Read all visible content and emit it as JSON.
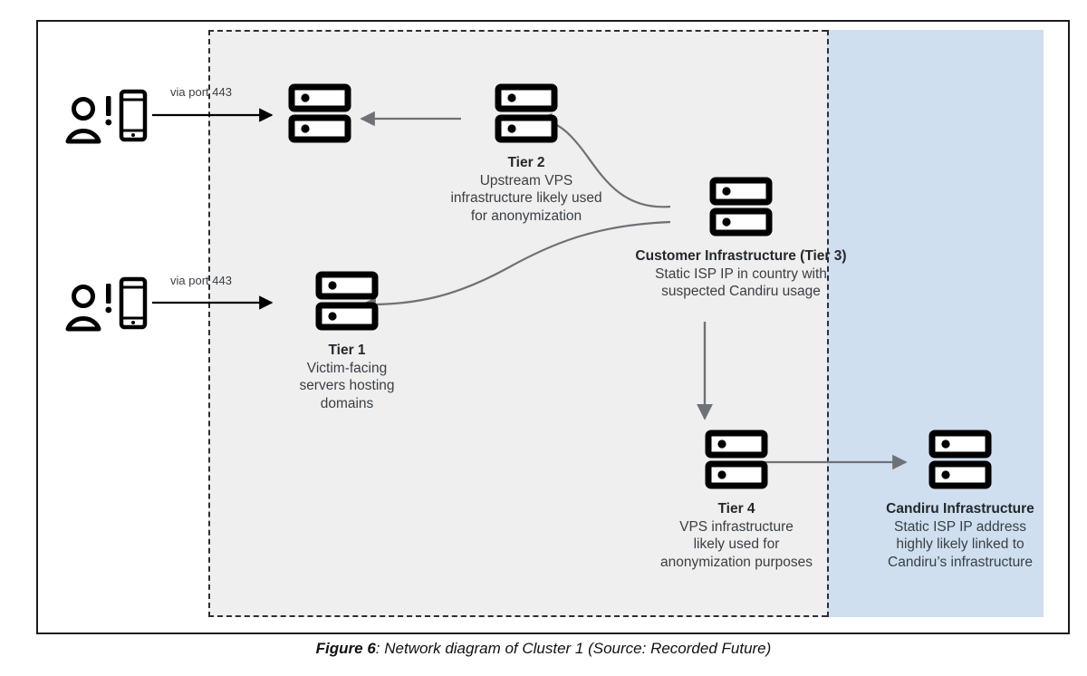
{
  "figure": {
    "caption_bold": "Figure 6",
    "caption_rest": ": Network diagram of Cluster 1 (Source: Recorded Future)"
  },
  "colors": {
    "infra_zone_background": "#efefef",
    "candiru_zone_background": "#cfdfef",
    "boundary_stroke": "#2b2f36",
    "frame_stroke": "#1b1b1b",
    "icon_stroke": "#000000",
    "arrow_black": "#000000",
    "arrow_gray": "#6e7176",
    "text_primary": "#23272c",
    "text_secondary": "#3a3f45"
  },
  "nodes": {
    "victim_top": {
      "icon": "victim-phone-icon",
      "label": ""
    },
    "victim_bottom": {
      "icon": "victim-phone-icon",
      "label": ""
    },
    "tier1": {
      "icon": "server-icon",
      "title": "Tier 1",
      "desc": "Victim-facing\nservers hosting\ndomains"
    },
    "tier2": {
      "icon": "server-icon",
      "title": "Tier 2",
      "desc": "Upstream VPS\ninfrastructure likely used\nfor anonymization"
    },
    "tier3": {
      "icon": "server-icon",
      "title": "Customer Infrastructure (Tier 3)",
      "desc": "Static ISP IP in country with\nsuspected Candiru usage"
    },
    "tier4": {
      "icon": "server-icon",
      "title": "Tier 4",
      "desc": "VPS infrastructure\nlikely used for\nanonymization purposes"
    },
    "candiru": {
      "icon": "server-icon",
      "title": "Candiru Infrastructure",
      "desc": "Static ISP IP address\nhighly likely linked to\nCandiru’s infrastructure"
    }
  },
  "edges": {
    "victim_top_to_tier2_row": {
      "label": "via port 443"
    },
    "victim_bottom_to_tier1": {
      "label": "via port 443"
    }
  }
}
